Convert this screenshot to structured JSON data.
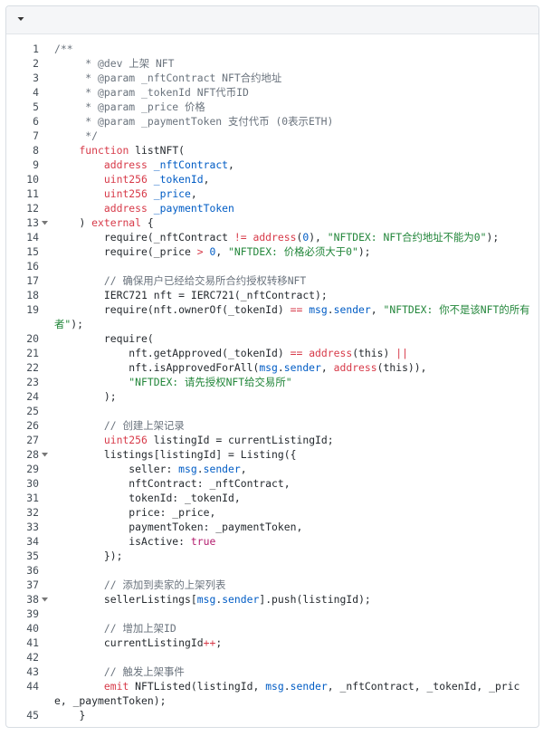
{
  "toolbar": {
    "collapse_icon": "caret-down-icon"
  },
  "colors": {
    "keyword": "#d73a49",
    "type": "#005cc5",
    "string": "#22863a",
    "comment": "#6a737d",
    "line_number": "#444d56"
  },
  "lines": [
    {
      "n": "1",
      "fold": false,
      "tokens": [
        {
          "c": "c",
          "t": "/**"
        }
      ]
    },
    {
      "n": "2",
      "fold": false,
      "tokens": [
        {
          "c": "c",
          "t": "     * @dev 上架 NFT"
        }
      ]
    },
    {
      "n": "3",
      "fold": false,
      "tokens": [
        {
          "c": "c",
          "t": "     * @param _nftContract NFT合约地址"
        }
      ]
    },
    {
      "n": "4",
      "fold": false,
      "tokens": [
        {
          "c": "c",
          "t": "     * @param _tokenId NFT代币ID"
        }
      ]
    },
    {
      "n": "5",
      "fold": false,
      "tokens": [
        {
          "c": "c",
          "t": "     * @param _price 价格"
        }
      ]
    },
    {
      "n": "6",
      "fold": false,
      "tokens": [
        {
          "c": "c",
          "t": "     * @param _paymentToken 支付代币 (0表示ETH)"
        }
      ]
    },
    {
      "n": "7",
      "fold": false,
      "tokens": [
        {
          "c": "c",
          "t": "     */"
        }
      ]
    },
    {
      "n": "8",
      "fold": false,
      "tokens": [
        {
          "c": "",
          "t": "    "
        },
        {
          "c": "k",
          "t": "function"
        },
        {
          "c": "",
          "t": " listNFT("
        }
      ]
    },
    {
      "n": "9",
      "fold": false,
      "tokens": [
        {
          "c": "",
          "t": "        "
        },
        {
          "c": "k",
          "t": "address"
        },
        {
          "c": "",
          "t": " "
        },
        {
          "c": "v",
          "t": "_nftContract"
        },
        {
          "c": "",
          "t": ","
        }
      ]
    },
    {
      "n": "10",
      "fold": false,
      "tokens": [
        {
          "c": "",
          "t": "        "
        },
        {
          "c": "k",
          "t": "uint256"
        },
        {
          "c": "",
          "t": " "
        },
        {
          "c": "v",
          "t": "_tokenId"
        },
        {
          "c": "",
          "t": ","
        }
      ]
    },
    {
      "n": "11",
      "fold": false,
      "tokens": [
        {
          "c": "",
          "t": "        "
        },
        {
          "c": "k",
          "t": "uint256"
        },
        {
          "c": "",
          "t": " "
        },
        {
          "c": "v",
          "t": "_price"
        },
        {
          "c": "",
          "t": ","
        }
      ]
    },
    {
      "n": "12",
      "fold": false,
      "tokens": [
        {
          "c": "",
          "t": "        "
        },
        {
          "c": "k",
          "t": "address"
        },
        {
          "c": "",
          "t": " "
        },
        {
          "c": "v",
          "t": "_paymentToken"
        }
      ]
    },
    {
      "n": "13",
      "fold": true,
      "tokens": [
        {
          "c": "",
          "t": "    ) "
        },
        {
          "c": "k",
          "t": "external"
        },
        {
          "c": "",
          "t": " {"
        }
      ]
    },
    {
      "n": "14",
      "fold": false,
      "tokens": [
        {
          "c": "",
          "t": "        require(_nftContract "
        },
        {
          "c": "k",
          "t": "!="
        },
        {
          "c": "",
          "t": " "
        },
        {
          "c": "k",
          "t": "address"
        },
        {
          "c": "",
          "t": "("
        },
        {
          "c": "t",
          "t": "0"
        },
        {
          "c": "",
          "t": "), "
        },
        {
          "c": "s",
          "t": "\"NFTDEX: NFT合约地址不能为0\""
        },
        {
          "c": "",
          "t": ");"
        }
      ]
    },
    {
      "n": "15",
      "fold": false,
      "tokens": [
        {
          "c": "",
          "t": "        require(_price "
        },
        {
          "c": "k",
          "t": ">"
        },
        {
          "c": "",
          "t": " "
        },
        {
          "c": "t",
          "t": "0"
        },
        {
          "c": "",
          "t": ", "
        },
        {
          "c": "s",
          "t": "\"NFTDEX: 价格必须大于0\""
        },
        {
          "c": "",
          "t": ");"
        }
      ]
    },
    {
      "n": "16",
      "fold": false,
      "tokens": [
        {
          "c": "",
          "t": ""
        }
      ]
    },
    {
      "n": "17",
      "fold": false,
      "tokens": [
        {
          "c": "c",
          "t": "        // 确保用户已经给交易所合约授权转移NFT"
        }
      ]
    },
    {
      "n": "18",
      "fold": false,
      "tokens": [
        {
          "c": "",
          "t": "        IERC721 nft = IERC721(_nftContract);"
        }
      ]
    },
    {
      "n": "19",
      "fold": false,
      "tokens": [
        {
          "c": "",
          "t": "        require(nft.ownerOf(_tokenId) "
        },
        {
          "c": "k",
          "t": "=="
        },
        {
          "c": "",
          "t": " "
        },
        {
          "c": "v",
          "t": "msg"
        },
        {
          "c": "",
          "t": "."
        },
        {
          "c": "v",
          "t": "sender"
        },
        {
          "c": "",
          "t": ", "
        },
        {
          "c": "s",
          "t": "\"NFTDEX: 你不是该NFT的所有者\""
        },
        {
          "c": "",
          "t": ");"
        }
      ]
    },
    {
      "n": "20",
      "fold": false,
      "tokens": [
        {
          "c": "",
          "t": "        require("
        }
      ]
    },
    {
      "n": "21",
      "fold": false,
      "tokens": [
        {
          "c": "",
          "t": "            nft.getApproved(_tokenId) "
        },
        {
          "c": "k",
          "t": "=="
        },
        {
          "c": "",
          "t": " "
        },
        {
          "c": "k",
          "t": "address"
        },
        {
          "c": "",
          "t": "(this) "
        },
        {
          "c": "k",
          "t": "||"
        }
      ]
    },
    {
      "n": "22",
      "fold": false,
      "tokens": [
        {
          "c": "",
          "t": "            nft.isApprovedForAll("
        },
        {
          "c": "v",
          "t": "msg"
        },
        {
          "c": "",
          "t": "."
        },
        {
          "c": "v",
          "t": "sender"
        },
        {
          "c": "",
          "t": ", "
        },
        {
          "c": "k",
          "t": "address"
        },
        {
          "c": "",
          "t": "(this)),"
        }
      ]
    },
    {
      "n": "23",
      "fold": false,
      "tokens": [
        {
          "c": "",
          "t": "            "
        },
        {
          "c": "s",
          "t": "\"NFTDEX: 请先授权NFT给交易所\""
        }
      ]
    },
    {
      "n": "24",
      "fold": false,
      "tokens": [
        {
          "c": "",
          "t": "        );"
        }
      ]
    },
    {
      "n": "25",
      "fold": false,
      "tokens": [
        {
          "c": "",
          "t": ""
        }
      ]
    },
    {
      "n": "26",
      "fold": false,
      "tokens": [
        {
          "c": "c",
          "t": "        // 创建上架记录"
        }
      ]
    },
    {
      "n": "27",
      "fold": false,
      "tokens": [
        {
          "c": "",
          "t": "        "
        },
        {
          "c": "k",
          "t": "uint256"
        },
        {
          "c": "",
          "t": " listingId = currentListingId;"
        }
      ]
    },
    {
      "n": "28",
      "fold": true,
      "tokens": [
        {
          "c": "",
          "t": "        listings[listingId] = Listing({"
        }
      ]
    },
    {
      "n": "29",
      "fold": false,
      "tokens": [
        {
          "c": "",
          "t": "            seller: "
        },
        {
          "c": "v",
          "t": "msg"
        },
        {
          "c": "",
          "t": "."
        },
        {
          "c": "v",
          "t": "sender"
        },
        {
          "c": "",
          "t": ","
        }
      ]
    },
    {
      "n": "30",
      "fold": false,
      "tokens": [
        {
          "c": "",
          "t": "            nftContract: _nftContract,"
        }
      ]
    },
    {
      "n": "31",
      "fold": false,
      "tokens": [
        {
          "c": "",
          "t": "            tokenId: _tokenId,"
        }
      ]
    },
    {
      "n": "32",
      "fold": false,
      "tokens": [
        {
          "c": "",
          "t": "            price: _price,"
        }
      ]
    },
    {
      "n": "33",
      "fold": false,
      "tokens": [
        {
          "c": "",
          "t": "            paymentToken: _paymentToken,"
        }
      ]
    },
    {
      "n": "34",
      "fold": false,
      "tokens": [
        {
          "c": "",
          "t": "            isActive: "
        },
        {
          "c": "m",
          "t": "true"
        }
      ]
    },
    {
      "n": "35",
      "fold": false,
      "tokens": [
        {
          "c": "",
          "t": "        });"
        }
      ]
    },
    {
      "n": "36",
      "fold": false,
      "tokens": [
        {
          "c": "",
          "t": ""
        }
      ]
    },
    {
      "n": "37",
      "fold": false,
      "tokens": [
        {
          "c": "c",
          "t": "        // 添加到卖家的上架列表"
        }
      ]
    },
    {
      "n": "38",
      "fold": true,
      "tokens": [
        {
          "c": "",
          "t": "        sellerListings["
        },
        {
          "c": "v",
          "t": "msg"
        },
        {
          "c": "",
          "t": "."
        },
        {
          "c": "v",
          "t": "sender"
        },
        {
          "c": "",
          "t": "].push(listingId);"
        }
      ]
    },
    {
      "n": "39",
      "fold": false,
      "tokens": [
        {
          "c": "",
          "t": ""
        }
      ]
    },
    {
      "n": "40",
      "fold": false,
      "tokens": [
        {
          "c": "c",
          "t": "        // 增加上架ID"
        }
      ]
    },
    {
      "n": "41",
      "fold": false,
      "tokens": [
        {
          "c": "",
          "t": "        currentListingId"
        },
        {
          "c": "k",
          "t": "++"
        },
        {
          "c": "",
          "t": ";"
        }
      ]
    },
    {
      "n": "42",
      "fold": false,
      "tokens": [
        {
          "c": "",
          "t": ""
        }
      ]
    },
    {
      "n": "43",
      "fold": false,
      "tokens": [
        {
          "c": "c",
          "t": "        // 触发上架事件"
        }
      ]
    },
    {
      "n": "44",
      "fold": false,
      "tokens": [
        {
          "c": "",
          "t": "        "
        },
        {
          "c": "k",
          "t": "emit"
        },
        {
          "c": "",
          "t": " NFTListed(listingId, "
        },
        {
          "c": "v",
          "t": "msg"
        },
        {
          "c": "",
          "t": "."
        },
        {
          "c": "v",
          "t": "sender"
        },
        {
          "c": "",
          "t": ", _nftContract, _tokenId, _price, _paymentToken);"
        }
      ]
    },
    {
      "n": "45",
      "fold": false,
      "tokens": [
        {
          "c": "",
          "t": "    }"
        }
      ]
    }
  ]
}
